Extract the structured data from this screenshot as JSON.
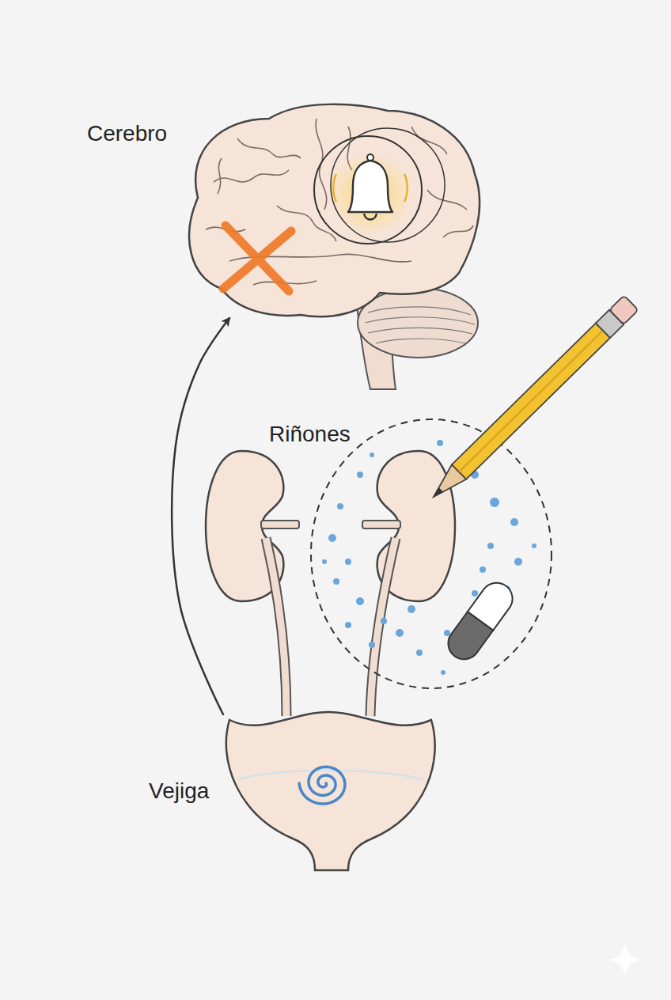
{
  "diagram": {
    "nodes": [
      {
        "text": [
          "Cerebro"
        ]
      },
      {
        "text": [
          "Riñones"
        ]
      },
      {
        "text": [
          "Vejiga"
        ]
      }
    ],
    "edges": [
      {
        "from": 2,
        "to": 0,
        "arrow": "to"
      }
    ]
  }
}
